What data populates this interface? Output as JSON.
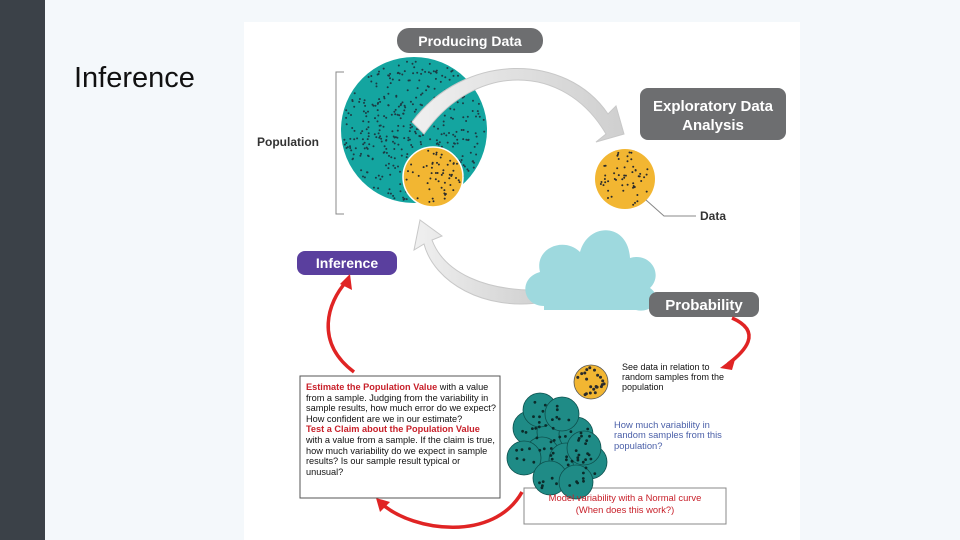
{
  "slide": {
    "title": "Inference"
  },
  "diagram": {
    "producing_data": "Producing Data",
    "eda_line1": "Exploratory Data",
    "eda_line2": "Analysis",
    "population": "Population",
    "data": "Data",
    "inference": "Inference",
    "probability": "Probability",
    "inference_box": {
      "estimate_title": "Estimate the Population Value",
      "estimate_body": " with a value from a sample. Judging from the variability in sample results, how much error do we expect? How confident are we in our estimate?",
      "test_title": "Test a Claim about the Population Value",
      "test_body": " with a value from a sample. If the claim is true, how much variability do we expect in sample results? Is our sample result typical or unusual?"
    },
    "see_data_text": "See data in relation to random samples from the population",
    "variability_text": "How much variability in random samples from this population?",
    "model_line1": "Model variability with a Normal curve",
    "model_line2": "(When does this work?)",
    "colors": {
      "teal": "#14a5a0",
      "orange": "#f2b632",
      "gray_pill": "#6d6e70",
      "purple_pill": "#5a3f9e",
      "red_arrow": "#e02424",
      "cloud": "#9ed9de"
    }
  }
}
